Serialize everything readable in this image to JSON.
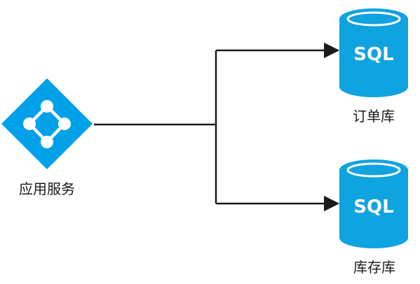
{
  "nodes": {
    "app_service": {
      "label": "应用服务",
      "icon": "network-diamond-icon",
      "color": "#00a1e9"
    },
    "order_db": {
      "label": "订单库",
      "icon_text": "SQL",
      "icon": "database-icon",
      "color": "#0fa3e0"
    },
    "inventory_db": {
      "label": "库存库",
      "icon_text": "SQL",
      "icon": "database-icon",
      "color": "#0fa3e0"
    }
  },
  "edges": [
    {
      "from": "app_service",
      "to": "order_db",
      "arrow": true
    },
    {
      "from": "app_service",
      "to": "inventory_db",
      "arrow": true
    }
  ],
  "colors": {
    "connector": "#1a1a1a"
  }
}
